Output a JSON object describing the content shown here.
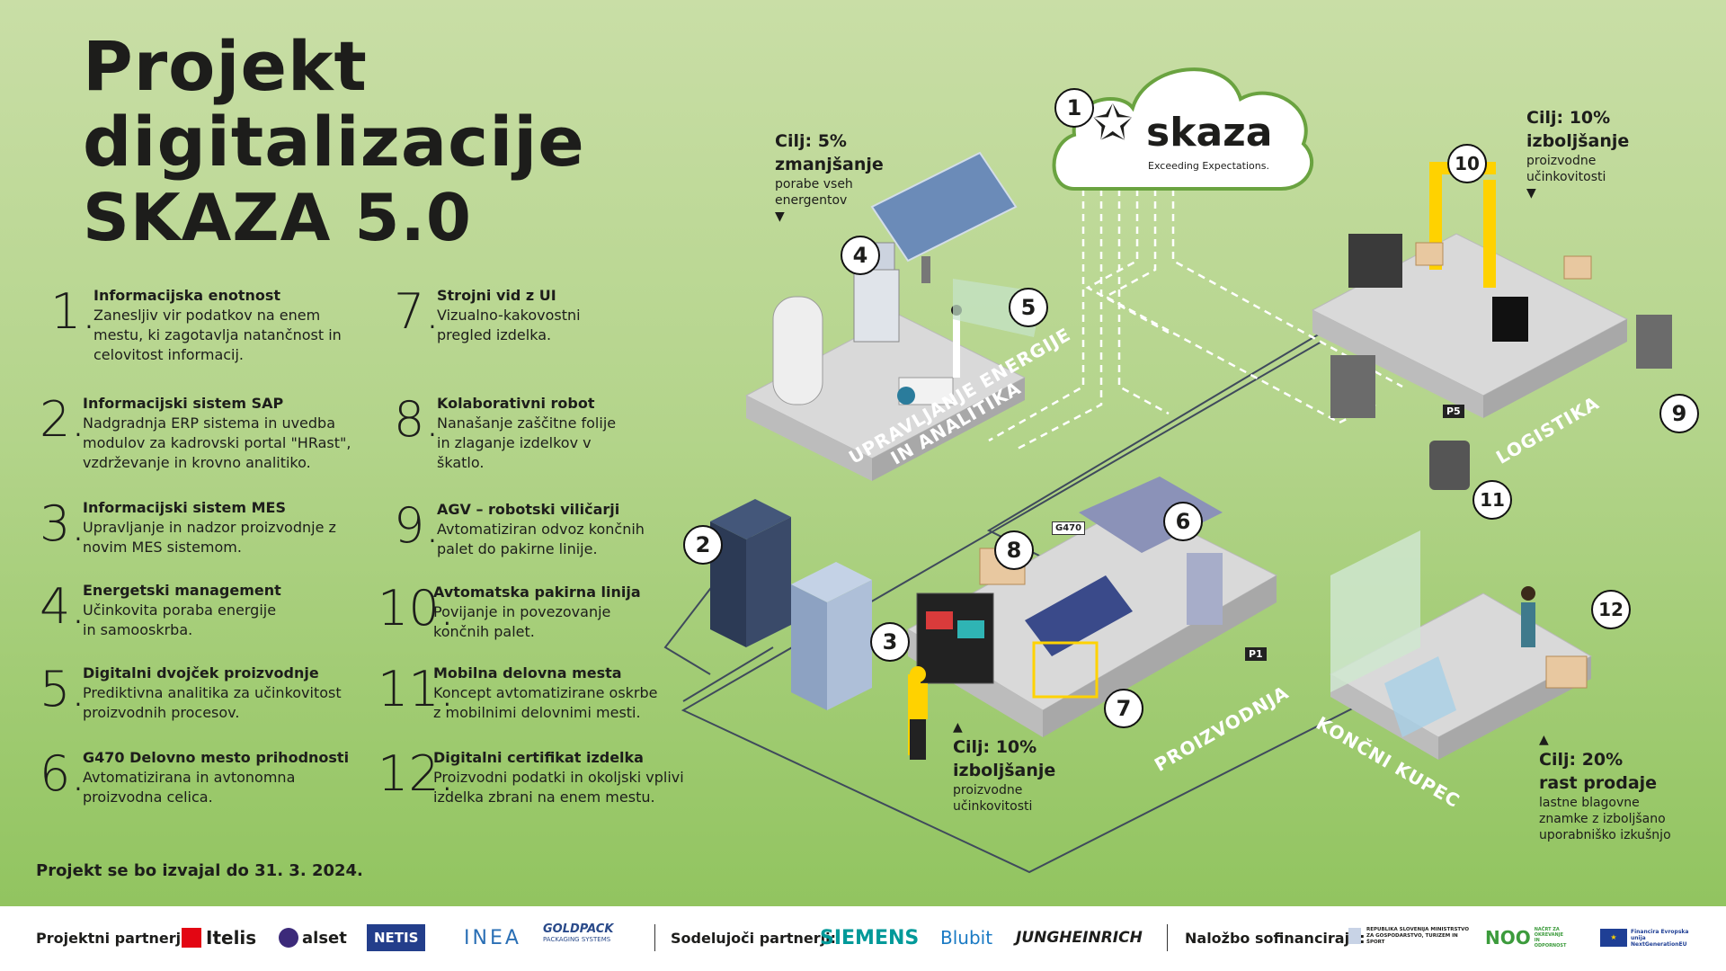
{
  "title": {
    "line1": "Projekt",
    "line2": "digitalizacije",
    "line3": "SKAZA 5.0"
  },
  "items": [
    {
      "num": "1.",
      "head": "Informacijska enotnost",
      "desc": "Zanesljiv vir podatkov na enem mestu, ki zagotavlja natančnost in celovitost informacij."
    },
    {
      "num": "2.",
      "head": "Informacijski sistem SAP",
      "desc": "Nadgradnja ERP sistema in uvedba modulov za kadrovski portal \"HRast\", vzdrževanje in krovno analitiko."
    },
    {
      "num": "3.",
      "head": "Informacijski sistem MES",
      "desc": "Upravljanje in nadzor proizvodnje z novim MES sistemom."
    },
    {
      "num": "4.",
      "head": "Energetski management",
      "desc": "Učinkovita poraba energije in samooskrba."
    },
    {
      "num": "5.",
      "head": "Digitalni dvojček proizvodnje",
      "desc": "Prediktivna analitika za učinkovitost proizvodnih procesov."
    },
    {
      "num": "6.",
      "head": "G470 Delovno mesto prihodnosti",
      "desc": "Avtomatizirana in avtonomna proizvodna celica."
    },
    {
      "num": "7.",
      "head": "Strojni vid z UI",
      "desc": "Vizualno-kakovostni pregled izdelka."
    },
    {
      "num": "8.",
      "head": "Kolaborativni robot",
      "desc": "Nanašanje zaščitne folije in zlaganje izdelkov v škatlo."
    },
    {
      "num": "9.",
      "head": "AGV – robotski viličarji",
      "desc": "Avtomatiziran odvoz končnih palet do pakirne linije."
    },
    {
      "num": "10.",
      "head": "Avtomatska pakirna linija",
      "desc": "Povijanje in povezovanje končnih palet."
    },
    {
      "num": "11.",
      "head": "Mobilna delovna mesta",
      "desc": "Koncept avtomatizirane oskrbe z mobilnimi delovnimi mesti."
    },
    {
      "num": "12.",
      "head": "Digitalni certifikat izdelka",
      "desc": "Proizvodni podatki in okoljski vplivi izdelka zbrani na enem mestu."
    }
  ],
  "footnote": "Projekt se bo izvajal do 31. 3. 2024.",
  "cloud": {
    "brand": "skaza",
    "tagline": "Exceeding Expectations."
  },
  "goals": [
    {
      "g1": "Cilj: 5%",
      "g2": "zmanjšanje",
      "text": "porabe vseh energentov",
      "arrow": "▼"
    },
    {
      "g1": "Cilj: 10%",
      "g2": "izboljšanje",
      "text": "proizvodne učinkovitosti",
      "arrow": "▼"
    },
    {
      "g1": "Cilj: 10%",
      "g2": "izboljšanje",
      "text": "proizvodne učinkovitosti",
      "arrow": "▲"
    },
    {
      "g1": "Cilj: 20%",
      "g2": "rast prodaje",
      "text": "lastne blagovne znamke z izboljšano uporabniško izkušnjo",
      "arrow": "▲"
    }
  ],
  "areas": {
    "energy1": "UPRAVLJANJE ENERGIJE",
    "energy2": "IN ANALITIKA",
    "logistics": "LOGISTIKA",
    "production": "PROIZVODNJA",
    "customer": "KONČNI KUPEC"
  },
  "badges": [
    "1",
    "2",
    "3",
    "4",
    "5",
    "6",
    "7",
    "8",
    "9",
    "10",
    "11",
    "12"
  ],
  "floor_tags": {
    "p1": "P1",
    "p5": "P5",
    "g470": "G470"
  },
  "bottom": {
    "partners_label": "Projektni partnerji:",
    "partners": [
      "Itelis",
      "alset",
      "NETIS",
      "INEA",
      "GOLDPACK"
    ],
    "goldpack_sub": "PACKAGING SYSTEMS",
    "coop_label": "Sodelujoči partnerji:",
    "coop": [
      "SIEMENS",
      "Blubit",
      "JUNGHEINRICH"
    ],
    "fund_label": "Naložbo sofinancirajo:",
    "fund_ministry": "REPUBLIKA SLOVENIJA MINISTRSTVO ZA GOSPODARSTVO, TURIZEM IN ŠPORT",
    "fund_noo": "NOO",
    "fund_noo_sub": "NAČRT ZA OKREVANJE IN ODPORNOST",
    "fund_eu": "Financira Evropska unija NextGenerationEU"
  },
  "colors": {
    "accent": "#ffd200",
    "platform": "#d9d9d9",
    "line": "#3f4a5c",
    "cloud_stroke": "#6aa340"
  }
}
